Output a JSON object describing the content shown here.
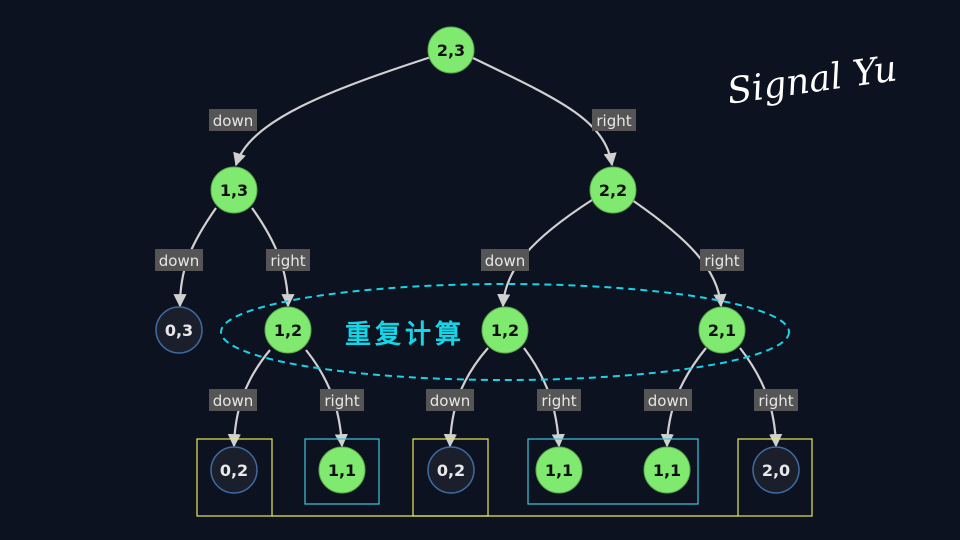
{
  "nodes": {
    "root": "2,3",
    "l1_left": "1,3",
    "l1_right": "2,2",
    "l2_a": "0,3",
    "l2_b": "1,2",
    "l2_c": "1,2",
    "l2_d": "2,1",
    "l3_a": "0,2",
    "l3_b": "1,1",
    "l3_c": "0,2",
    "l3_d": "1,1",
    "l3_e": "1,1",
    "l3_f": "2,0"
  },
  "edge_labels": {
    "down": "down",
    "right": "right"
  },
  "annotation": {
    "repeat_label": "重复计算"
  },
  "signature": "Signal Yu",
  "colors": {
    "background": "#0d1220",
    "node_green": "#7fea6f",
    "node_dark": "#1a1f2b",
    "highlight_cyan": "#17d4e6",
    "highlight_yellow": "#e8e85a"
  }
}
